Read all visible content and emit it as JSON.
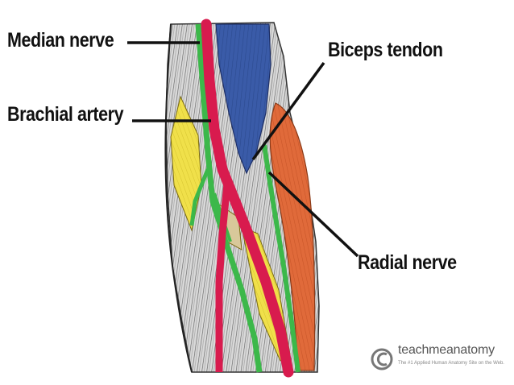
{
  "labels": {
    "median_nerve": "Median nerve",
    "brachial_artery": "Brachial artery",
    "biceps_tendon": "Biceps tendon",
    "radial_nerve": "Radial nerve"
  },
  "watermark": {
    "name": "teachmeanatomy",
    "tagline": "The #1 Applied Human Anatomy Site on the Web."
  },
  "colors": {
    "artery": "#d81b4e",
    "nerve": "#3cb84a",
    "biceps": "#3a5ba8",
    "muscle_lateral": "#e06a3a",
    "tendon": "#f0e04a"
  }
}
